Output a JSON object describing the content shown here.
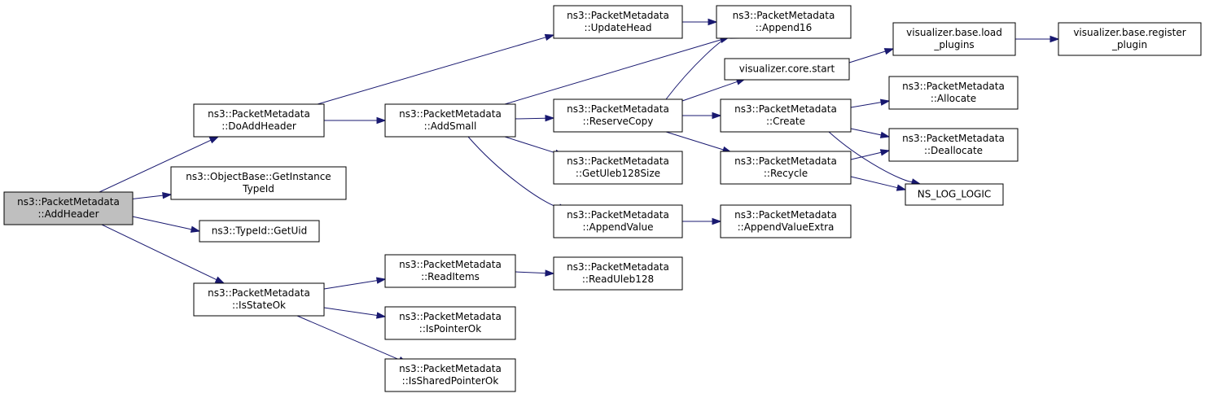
{
  "colors": {
    "edge": "#191970",
    "root_fill": "#bfbfbf",
    "node_fill": "#ffffff",
    "node_border": "#000000"
  },
  "nodes": {
    "add_header": {
      "lines": [
        "ns3::PacketMetadata",
        "::AddHeader"
      ]
    },
    "do_add_header": {
      "lines": [
        "ns3::PacketMetadata",
        "::DoAddHeader"
      ]
    },
    "get_instance_type_id": {
      "lines": [
        "ns3::ObjectBase::GetInstance",
        "TypeId"
      ]
    },
    "get_uid": {
      "lines": [
        "ns3::TypeId::GetUid"
      ]
    },
    "is_state_ok": {
      "lines": [
        "ns3::PacketMetadata",
        "::IsStateOk"
      ]
    },
    "add_small": {
      "lines": [
        "ns3::PacketMetadata",
        "::AddSmall"
      ]
    },
    "update_head": {
      "lines": [
        "ns3::PacketMetadata",
        "::UpdateHead"
      ]
    },
    "append16": {
      "lines": [
        "ns3::PacketMetadata",
        "::Append16"
      ]
    },
    "reserve_copy": {
      "lines": [
        "ns3::PacketMetadata",
        "::ReserveCopy"
      ]
    },
    "get_uleb128_size": {
      "lines": [
        "ns3::PacketMetadata",
        "::GetUleb128Size"
      ]
    },
    "append_value": {
      "lines": [
        "ns3::PacketMetadata",
        "::AppendValue"
      ]
    },
    "visualizer_core_start": {
      "lines": [
        "visualizer.core.start"
      ]
    },
    "create": {
      "lines": [
        "ns3::PacketMetadata",
        "::Create"
      ]
    },
    "recycle": {
      "lines": [
        "ns3::PacketMetadata",
        "::Recycle"
      ]
    },
    "append_value_extra": {
      "lines": [
        "ns3::PacketMetadata",
        "::AppendValueExtra"
      ]
    },
    "load_plugins": {
      "lines": [
        "visualizer.base.load",
        "_plugins"
      ]
    },
    "register_plugin": {
      "lines": [
        "visualizer.base.register",
        "_plugin"
      ]
    },
    "allocate": {
      "lines": [
        "ns3::PacketMetadata",
        "::Allocate"
      ]
    },
    "deallocate": {
      "lines": [
        "ns3::PacketMetadata",
        "::Deallocate"
      ]
    },
    "ns_log_logic": {
      "lines": [
        "NS_LOG_LOGIC"
      ]
    },
    "read_items": {
      "lines": [
        "ns3::PacketMetadata",
        "::ReadItems"
      ]
    },
    "read_uleb128": {
      "lines": [
        "ns3::PacketMetadata",
        "::ReadUleb128"
      ]
    },
    "is_pointer_ok": {
      "lines": [
        "ns3::PacketMetadata",
        "::IsPointerOk"
      ]
    },
    "is_shared_pointer_ok": {
      "lines": [
        "ns3::PacketMetadata",
        "::IsSharedPointerOk"
      ]
    }
  },
  "edges": [
    [
      "add_header",
      "do_add_header"
    ],
    [
      "add_header",
      "get_instance_type_id"
    ],
    [
      "add_header",
      "get_uid"
    ],
    [
      "add_header",
      "is_state_ok"
    ],
    [
      "do_add_header",
      "add_small"
    ],
    [
      "do_add_header",
      "update_head"
    ],
    [
      "update_head",
      "append16"
    ],
    [
      "add_small",
      "append16"
    ],
    [
      "add_small",
      "reserve_copy"
    ],
    [
      "add_small",
      "get_uleb128_size"
    ],
    [
      "add_small",
      "append_value"
    ],
    [
      "reserve_copy",
      "append16"
    ],
    [
      "reserve_copy",
      "visualizer_core_start"
    ],
    [
      "reserve_copy",
      "create"
    ],
    [
      "reserve_copy",
      "recycle"
    ],
    [
      "visualizer_core_start",
      "load_plugins"
    ],
    [
      "load_plugins",
      "register_plugin"
    ],
    [
      "create",
      "allocate"
    ],
    [
      "create",
      "deallocate"
    ],
    [
      "create",
      "ns_log_logic"
    ],
    [
      "recycle",
      "deallocate"
    ],
    [
      "recycle",
      "ns_log_logic"
    ],
    [
      "append_value",
      "append_value_extra"
    ],
    [
      "is_state_ok",
      "read_items"
    ],
    [
      "is_state_ok",
      "is_pointer_ok"
    ],
    [
      "is_state_ok",
      "is_shared_pointer_ok"
    ],
    [
      "read_items",
      "read_uleb128"
    ]
  ]
}
